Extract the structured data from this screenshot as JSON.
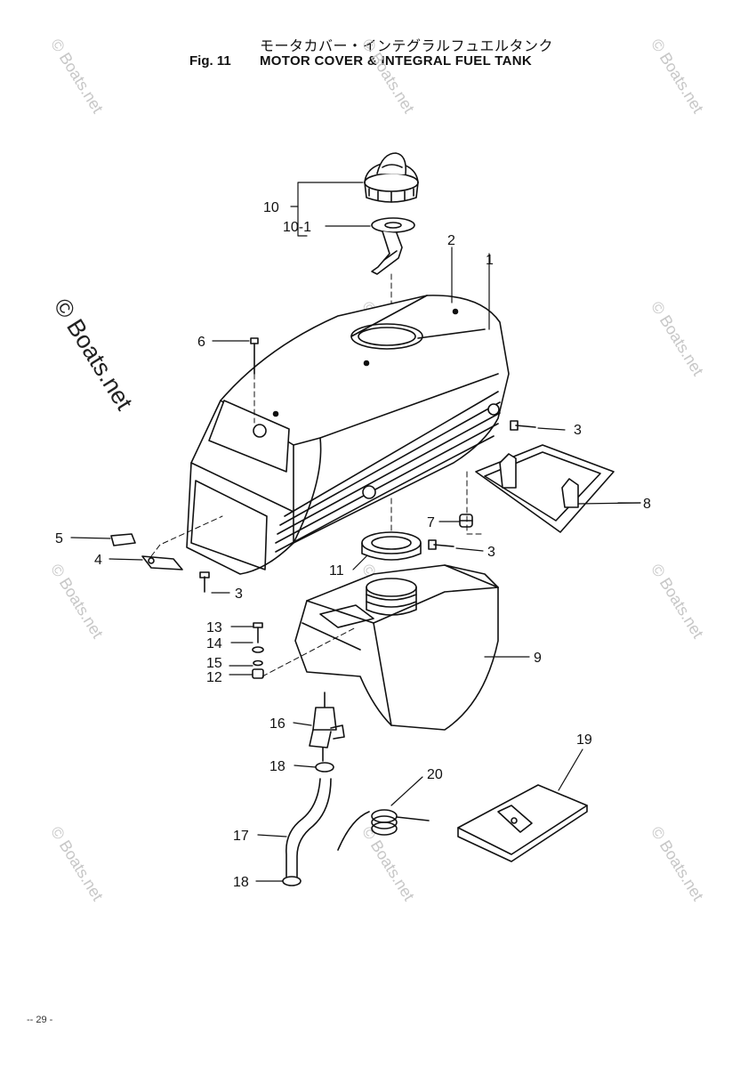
{
  "header": {
    "title_jp": "モータカバー・インテグラルフュエルタンク",
    "fig_no": "Fig. 11",
    "title_en": "MOTOR COVER & INTEGRAL FUEL TANK"
  },
  "watermark": {
    "text": "© Boats.net",
    "color": "#c7c7c7"
  },
  "part_labels": {
    "p1": "1",
    "p2": "2",
    "p3a": "3",
    "p3b": "3",
    "p3c": "3",
    "p4": "4",
    "p5": "5",
    "p6": "6",
    "p7": "7",
    "p8": "8",
    "p9": "9",
    "p10": "10",
    "p10_1": "10-1",
    "p11": "11",
    "p12": "12",
    "p13": "13",
    "p14": "14",
    "p15": "15",
    "p16": "16",
    "p17": "17",
    "p18a": "18",
    "p18b": "18",
    "p19": "19",
    "p20": "20"
  },
  "footer": {
    "page_no": "-- 29 -"
  }
}
